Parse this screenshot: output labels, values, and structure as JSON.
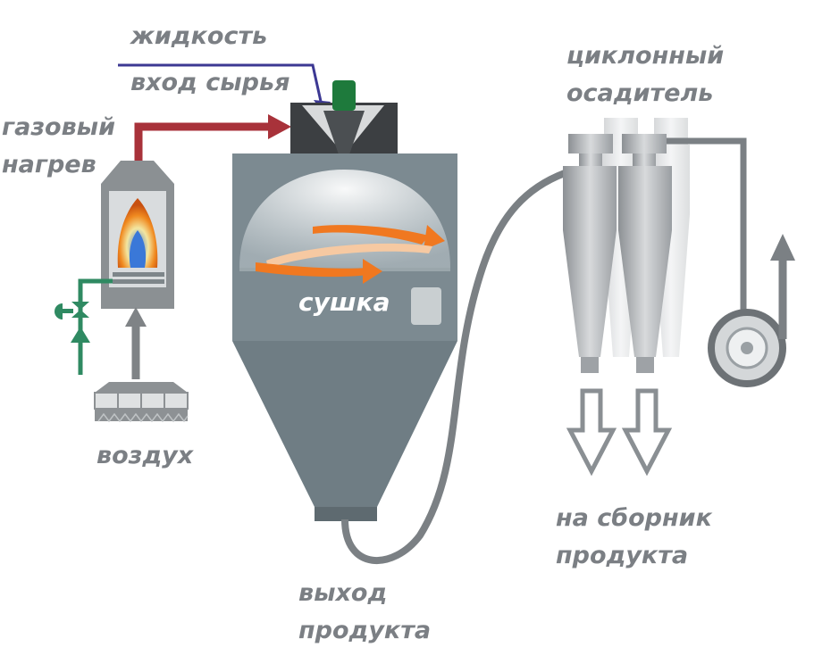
{
  "labels": {
    "liquid_feed": [
      "жидкость",
      "вход сырья"
    ],
    "gas_heating": [
      "газовый",
      "нагрев"
    ],
    "air": "воздух",
    "drying": "сушка",
    "product_outlet": [
      "выход",
      "продукта"
    ],
    "cyclone_separator": [
      "циклонный",
      "осадитель"
    ],
    "to_product_collector": [
      "на сборник",
      "продукта"
    ]
  },
  "colors": {
    "label_gray": "#7b7f84",
    "liquid_line": "#3c3893",
    "hot_gas_line": "#a8323a",
    "air_line": "#2f8a62",
    "vessel": "#7c8a91",
    "swirl_orange": "#f07820",
    "nozzle_green": "#1e7a3c"
  }
}
